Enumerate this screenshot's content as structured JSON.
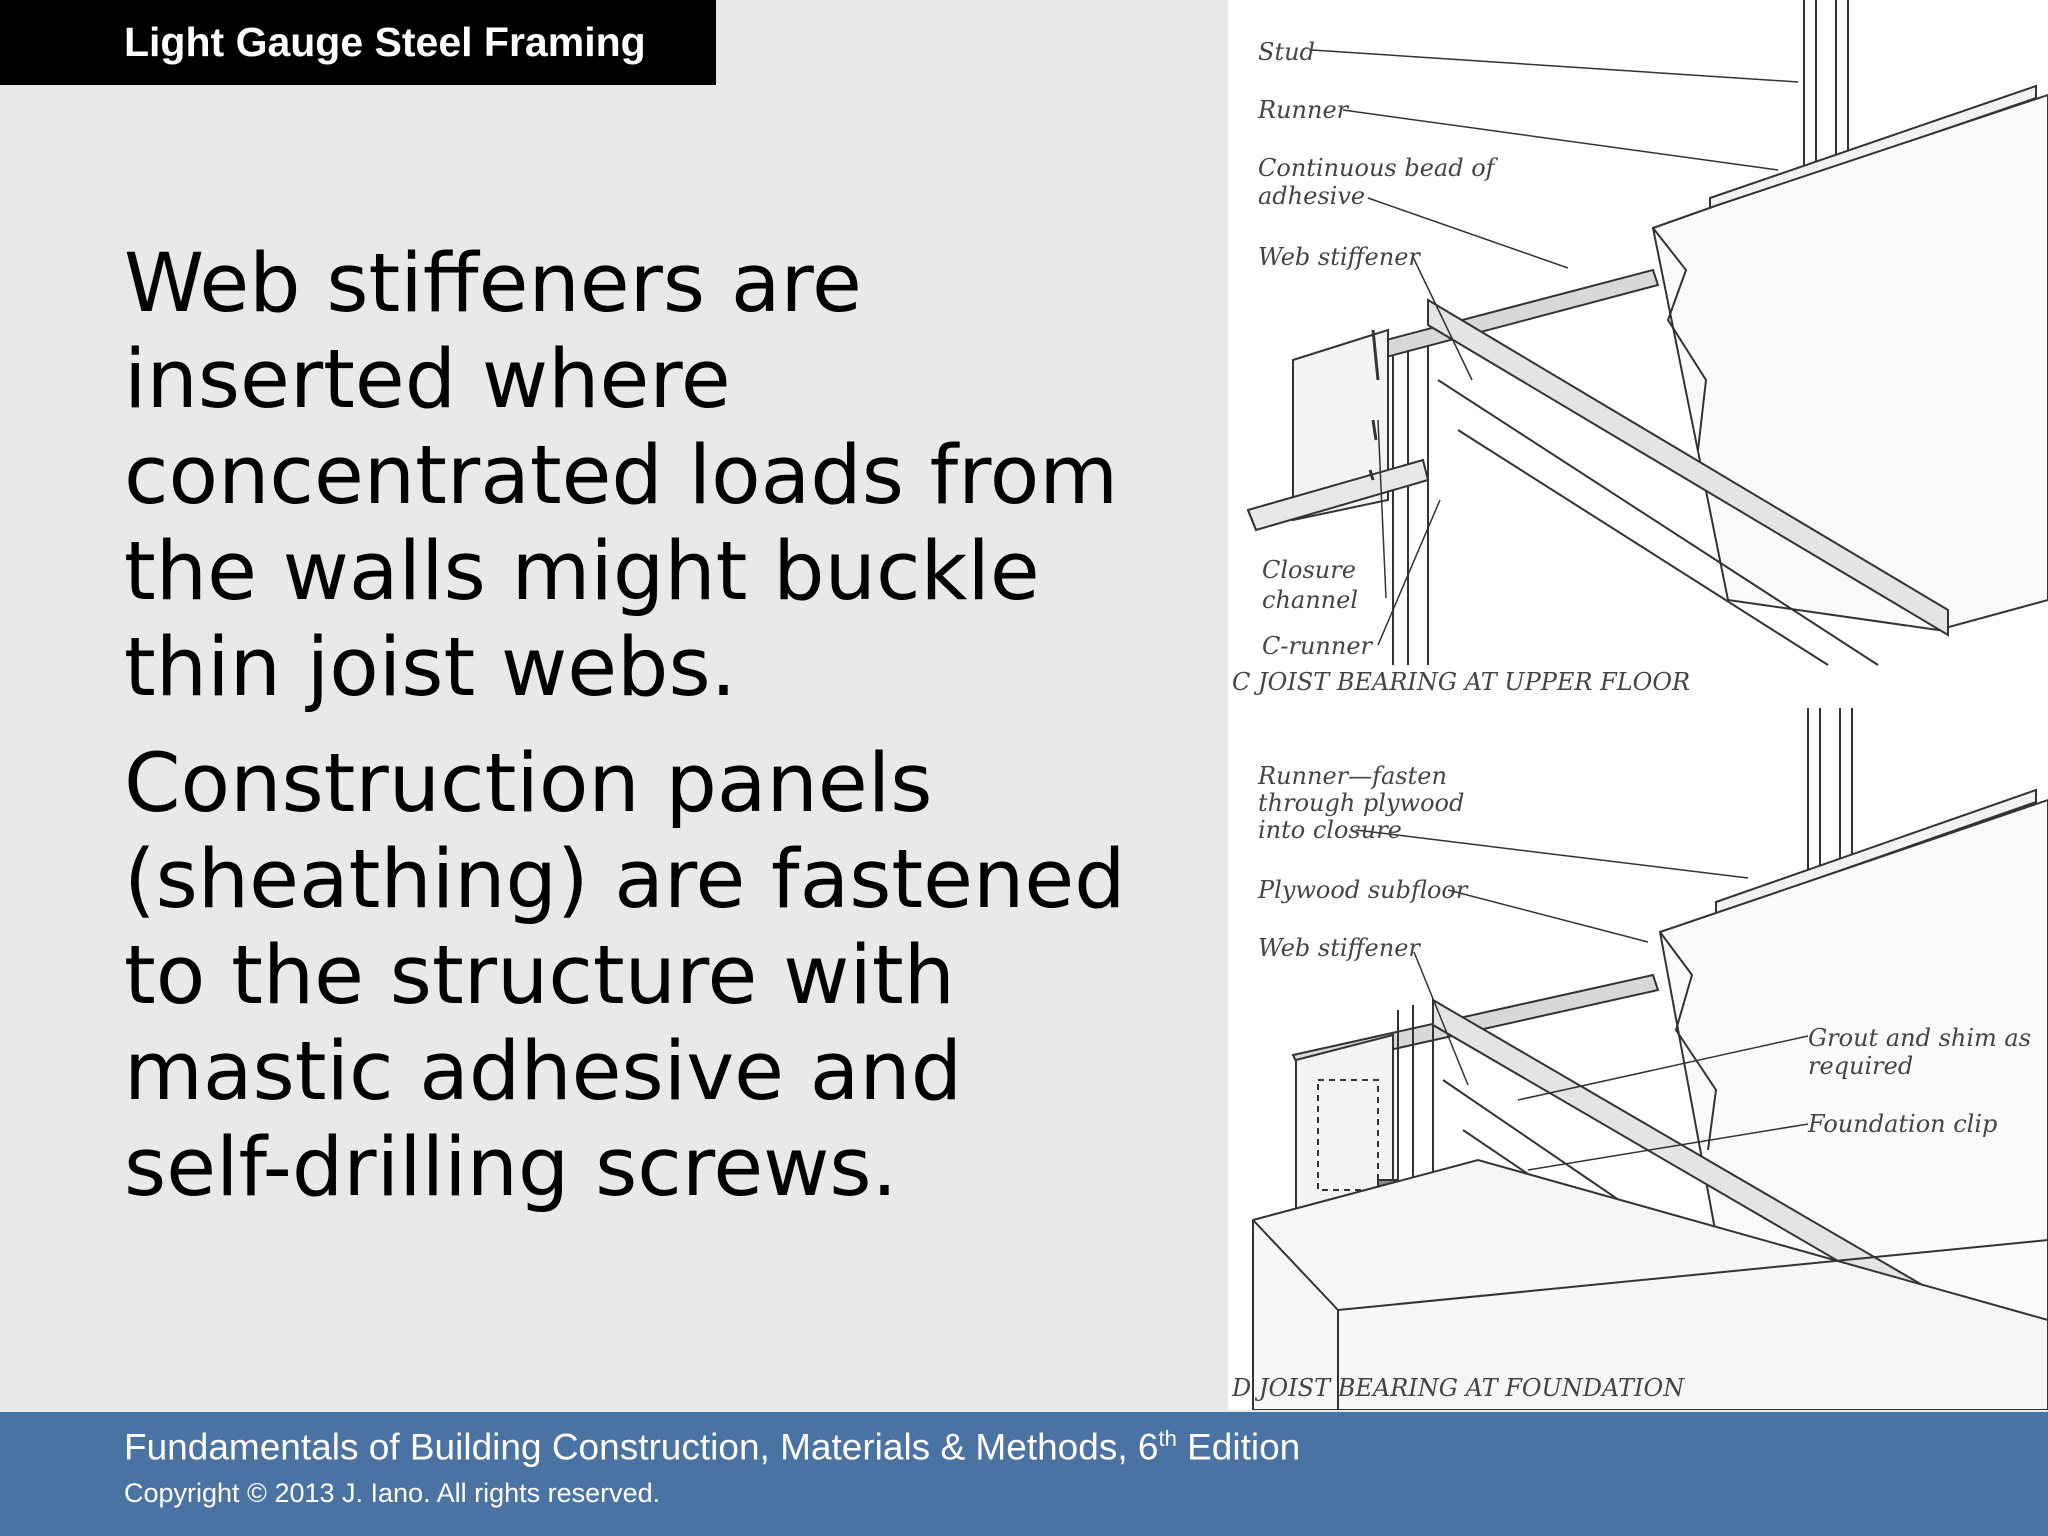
{
  "slide": {
    "title": "Light Gauge Steel Framing",
    "paragraphs": [
      [
        "Web stiffeners are",
        "inserted where",
        "concentrated loads from",
        "the walls might buckle",
        "thin joist webs."
      ],
      [
        "Construction panels",
        "(sheathing) are fastened",
        "to the structure with",
        "mastic adhesive and",
        "self-drilling screws."
      ]
    ]
  },
  "figure": {
    "upper": {
      "caption": "C  JOIST BEARING AT UPPER FLOOR",
      "labels": {
        "stud": "Stud",
        "runner": "Runner",
        "bead_1": "Continuous bead of",
        "bead_2": "adhesive",
        "web_stiffener": "Web stiffener",
        "closure_1": "Closure",
        "closure_2": "channel",
        "c_runner": "C-runner"
      }
    },
    "lower": {
      "caption": "D  JOIST BEARING AT FOUNDATION",
      "labels": {
        "runner_1": "Runner—fasten",
        "runner_2": "through plywood",
        "runner_3": "into closure",
        "plywood": "Plywood subfloor",
        "web_stiffener": "Web stiffener",
        "grout_1": "Grout and shim as",
        "grout_2": "required",
        "foundation_clip": "Foundation clip"
      }
    }
  },
  "footer": {
    "book_title": "Fundamentals of Building Construction, Materials & Methods, 6",
    "edition_sup": "th",
    "edition_word": " Edition",
    "copyright": "Copyright © 2013 J. Iano. All rights reserved."
  },
  "colors": {
    "background": "#e9e9e9",
    "title_bar": "#000000",
    "footer": "#4a72a2"
  }
}
